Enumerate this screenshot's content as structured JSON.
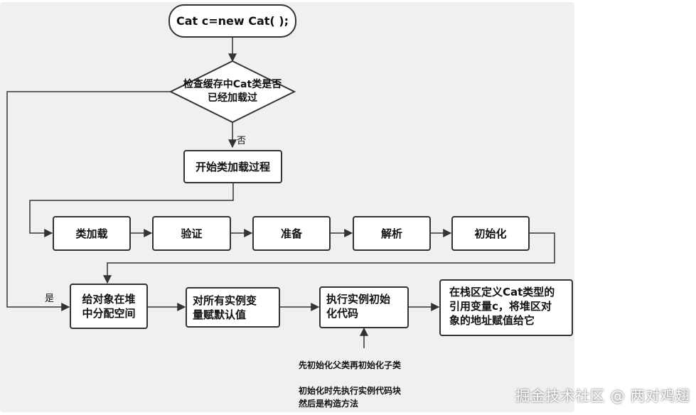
{
  "start": "Cat c=new Cat( );",
  "decision": {
    "line1": "检查缓存中Cat类是否",
    "line2": "已经加载过"
  },
  "no_label": "否",
  "yes_label": "是",
  "load_start": "开始类加载过程",
  "phases": [
    "类加载",
    "验证",
    "准备",
    "解析",
    "初始化"
  ],
  "alloc": {
    "line1": "给对象在堆",
    "line2": "中分配空间"
  },
  "defaults": {
    "line1": "对所有实例变",
    "line2": "量赋默认值"
  },
  "init_code": {
    "line1": "执行实例初始",
    "line2": "化代码"
  },
  "assign": {
    "line1": "在栈区定义Cat类型的",
    "line2": "引用变量c，将堆区对",
    "line3": "象的地址赋值给它"
  },
  "notes": {
    "parent_first": "先初始化父类再初始化子类",
    "order_line1": "初始化时先执行实例代码块",
    "order_line2": "然后是构造方法"
  },
  "watermark": "掘金技术社区 @ 两对鸡翅"
}
